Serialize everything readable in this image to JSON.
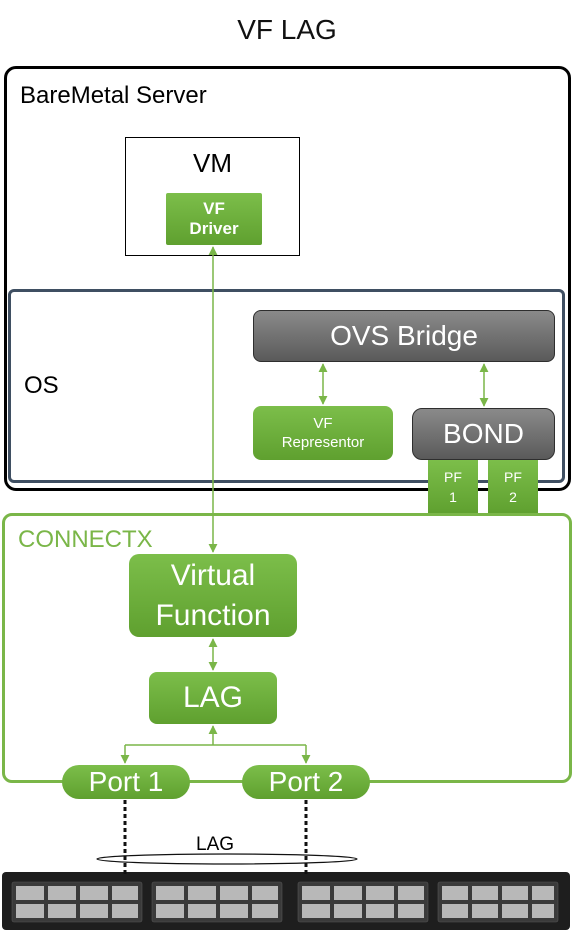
{
  "title": "VF LAG",
  "server": {
    "label": "BareMetal Server"
  },
  "vm": {
    "label": "VM",
    "driver_line1": "VF",
    "driver_line2": "Driver"
  },
  "os": {
    "label": "OS"
  },
  "ovs_bridge": {
    "label": "OVS Bridge"
  },
  "vf_representor": {
    "line1": "VF",
    "line2": "Representor"
  },
  "bond": {
    "label": "BOND"
  },
  "pfs": [
    {
      "line1": "PF",
      "line2": "1"
    },
    {
      "line1": "PF",
      "line2": "2"
    }
  ],
  "connectx": {
    "label": "CONNECTX"
  },
  "virtual_function": {
    "line1": "Virtual",
    "line2": "Function"
  },
  "lag": {
    "label": "LAG"
  },
  "ports": [
    {
      "label": "Port 1"
    },
    {
      "label": "Port 2"
    }
  ],
  "link_label": "LAG",
  "colors": {
    "green": "#7ab648",
    "gray": "#6e6e6e",
    "os_border": "#3f4f62",
    "switch": "#1e1e1e"
  }
}
